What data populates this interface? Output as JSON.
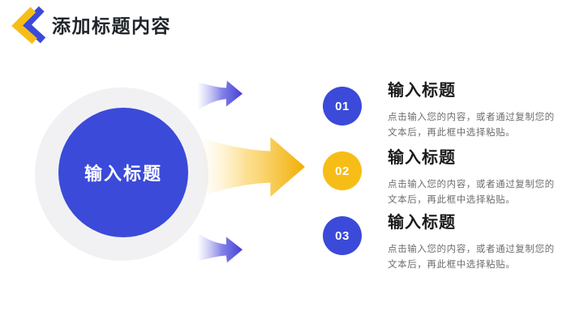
{
  "header": {
    "title": "添加标题内容",
    "icon": "double-chevron-left-icon"
  },
  "center_circle": {
    "label": "输入标题"
  },
  "arrows": {
    "top": "small-blue-curved-arrow-right",
    "middle": "large-yellow-curved-arrow-right",
    "bottom": "small-blue-curved-arrow-right"
  },
  "items": [
    {
      "number": "01",
      "accent": "blue",
      "title": "输入标题",
      "desc": "点击输入您的内容，或者通过复制您的文本后，再此框中选择粘贴。"
    },
    {
      "number": "02",
      "accent": "yellow",
      "title": "输入标题",
      "desc": "点击输入您的内容，或者通过复制您的文本后，再此框中选择粘贴。"
    },
    {
      "number": "03",
      "accent": "blue",
      "title": "输入标题",
      "desc": "点击输入您的内容，或者通过复制您的文本后，再此框中选择粘贴。"
    }
  ],
  "colors": {
    "blue": "#3b4ad8",
    "yellow": "#f7bd17",
    "halo": "#f1f1f4",
    "heading": "#20242b",
    "body": "#6e6e6e"
  }
}
